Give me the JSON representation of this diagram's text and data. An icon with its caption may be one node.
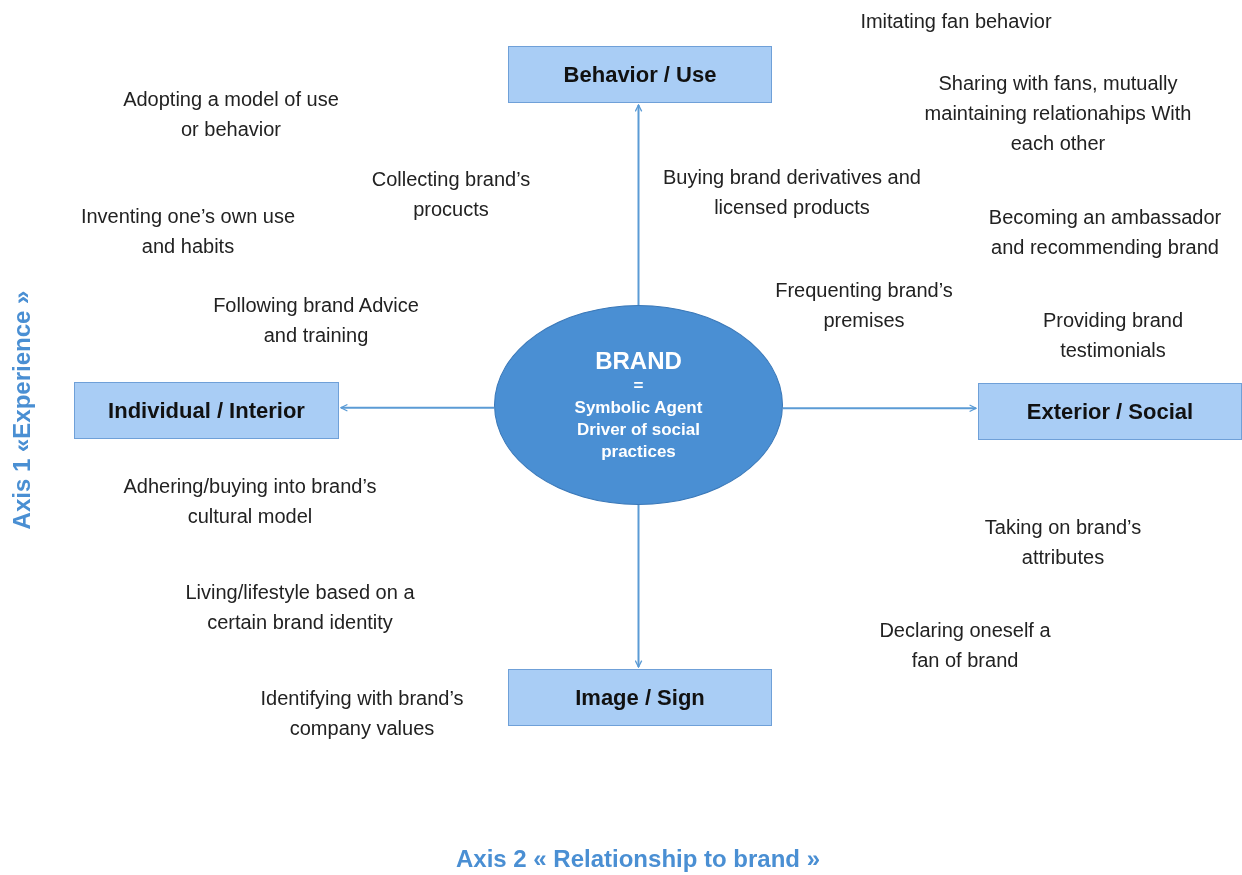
{
  "diagram": {
    "nodes": [
      {
        "text": [
          "Behavior / Use"
        ]
      },
      {
        "text": [
          "Individual / Interior"
        ]
      },
      {
        "text": [
          "BRAND",
          "=",
          "Symbolic Agent Driver of social practices"
        ]
      },
      {
        "text": [
          "Exterior / Social"
        ]
      },
      {
        "text": [
          "Image / Sign"
        ]
      }
    ],
    "edges": [
      {
        "from": 2,
        "to": 0,
        "arrow": "to"
      },
      {
        "from": 2,
        "to": 1,
        "arrow": "to"
      },
      {
        "from": 2,
        "to": 3,
        "arrow": "to"
      },
      {
        "from": 2,
        "to": 4,
        "arrow": "to"
      }
    ],
    "labels": [
      "Imitating fan behavior",
      "Sharing with fans, mutually maintaining relationahips With each other",
      "Adopting a model of use or behavior",
      "Collecting brand’s procucts",
      "Buying brand derivatives and licensed products",
      "Inventing one’s own use and habits",
      "Becoming an ambassador and recommending brand",
      "Following brand Advice and training",
      "Frequenting brand’s premises",
      "Providing brand testimonials",
      "Axis 1 «Experience »",
      "Adhering/buying into brand’s cultural model",
      "Taking on brand’s attributes",
      "Living/lifestyle based on a certain brand identity",
      "Declaring oneself a fan of brand",
      "Identifying with brand’s  company values",
      "Axis 2 «  Relationship to brand »"
    ]
  }
}
